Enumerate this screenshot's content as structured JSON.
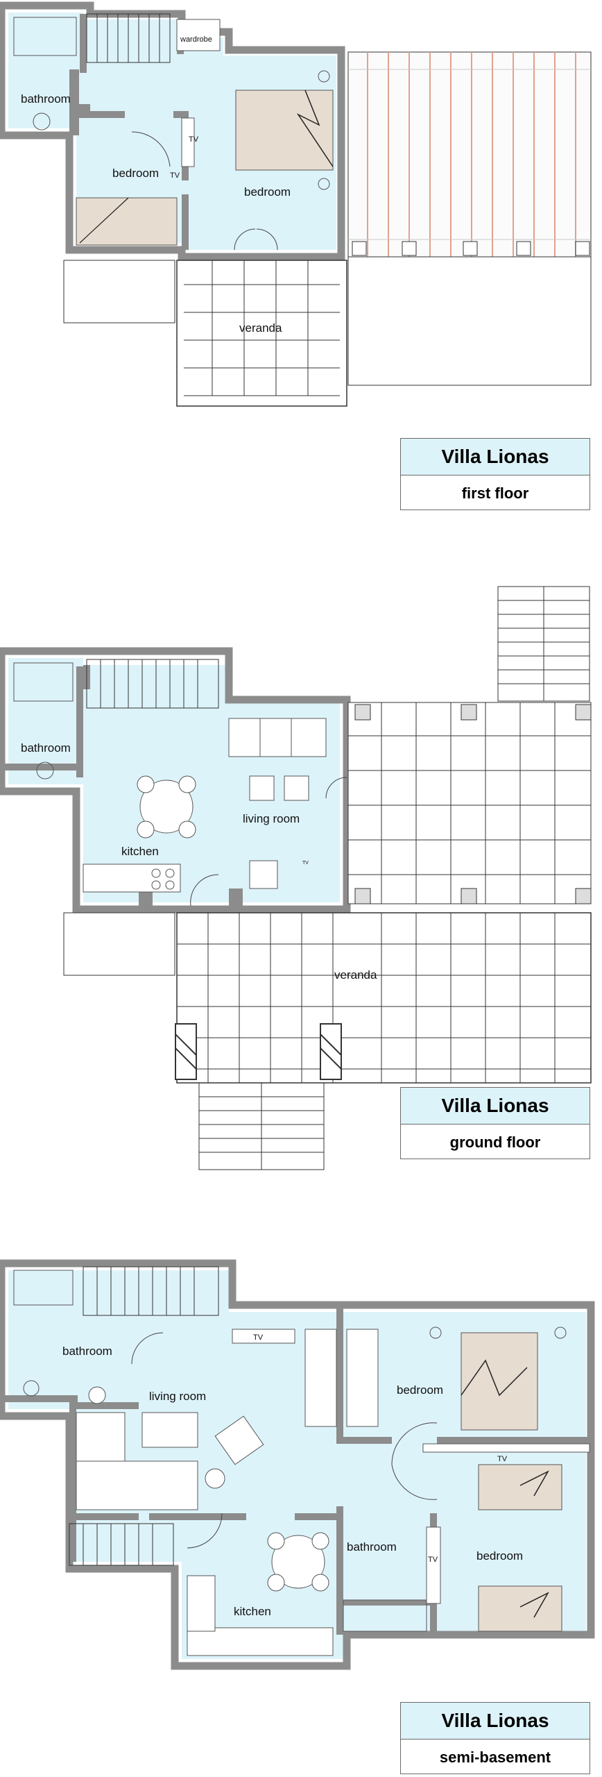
{
  "floors": [
    {
      "id": "first",
      "title": "Villa Lionas",
      "subtitle": "first floor",
      "rooms": [
        "bathroom",
        "bedroom",
        "bedroom",
        "veranda"
      ],
      "fixtures": [
        "wardrobe",
        "TV",
        "TV"
      ]
    },
    {
      "id": "ground",
      "title": "Villa Lionas",
      "subtitle": "ground floor",
      "rooms": [
        "bathroom",
        "living room",
        "kitchen",
        "veranda"
      ],
      "fixtures": [
        "TV"
      ]
    },
    {
      "id": "semi",
      "title": "Villa Lionas",
      "subtitle": "semi-basement",
      "rooms": [
        "bathroom",
        "living room",
        "bedroom",
        "bedroom",
        "bathroom",
        "kitchen"
      ],
      "fixtures": [
        "TV",
        "TV",
        "TV"
      ]
    }
  ],
  "colors": {
    "room_fill": "#ddf3fa",
    "wall": "#8c8c8c",
    "bed": "#e6dcd0",
    "terrace_line": "#e3a08c"
  }
}
